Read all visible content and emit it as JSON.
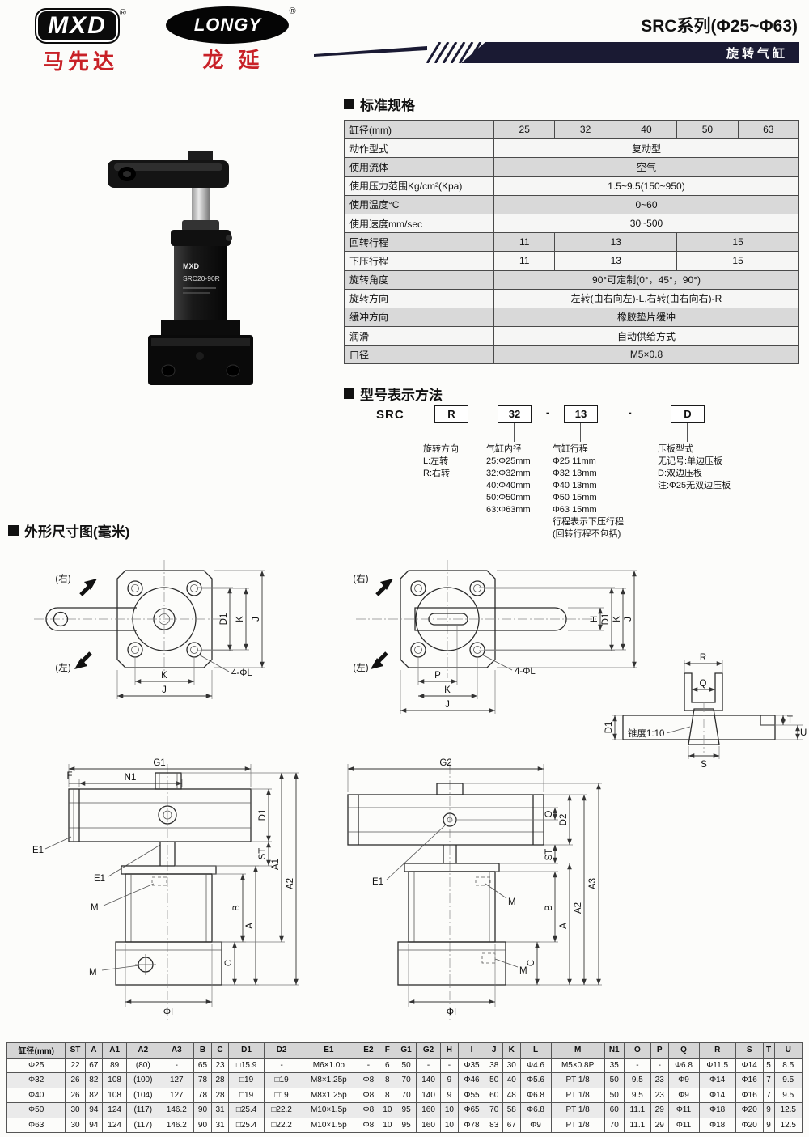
{
  "header": {
    "mxd_logo": "MXD",
    "mxd_reg": "®",
    "mxd_name": "马先达",
    "longy_logo": "LONGY",
    "longy_reg": "®",
    "longy_name": "龙延",
    "series_title": "SRC系列(Φ25~Φ63)",
    "banner_title": "旋转气缸",
    "banner_color": "#1a1a33",
    "brand_red": "#c82127"
  },
  "photo": {
    "brand": "MXD",
    "model": "SRC20-90R"
  },
  "spec": {
    "title": "标准规格",
    "header": {
      "label": "缸径(mm)",
      "c1": "25",
      "c2": "32",
      "c3": "40",
      "c4": "50",
      "c5": "63"
    },
    "rows": {
      "action": {
        "label": "动作型式",
        "value": "复动型"
      },
      "fluid": {
        "label": "使用流体",
        "value": "空气"
      },
      "pressure": {
        "label": "使用压力范围Kg/cm²(Kpa)",
        "value": "1.5~9.5(150~950)"
      },
      "temperature": {
        "label": "使用温度°C",
        "value": "0~60"
      },
      "speed": {
        "label": "使用速度mm/sec",
        "value": "30~500"
      },
      "rotary_stroke": {
        "label": "回转行程",
        "v1": "11",
        "v2": "13",
        "v3": "15"
      },
      "down_stroke": {
        "label": "下压行程",
        "v1": "11",
        "v2": "13",
        "v3": "15"
      },
      "angle": {
        "label": "旋转角度",
        "value": "90°可定制(0°，45°，90°)"
      },
      "direction": {
        "label": "旋转方向",
        "value": "左转(由右向左)-L,右转(由右向右)-R"
      },
      "cushion": {
        "label": "缓冲方向",
        "value": "橡胶垫片缓冲"
      },
      "lubrication": {
        "label": "润滑",
        "value": "自动供给方式"
      },
      "port": {
        "label": "口径",
        "value": "M5×0.8"
      }
    }
  },
  "model_code": {
    "title": "型号表示方法",
    "prefix": "SRC",
    "box1": "R",
    "box2": "32",
    "dash1": "-",
    "box3": "13",
    "dash2": "-",
    "box4": "D",
    "legend1": {
      "title": "旋转方向",
      "lines": [
        "L:左转",
        "R:右转"
      ]
    },
    "legend2": {
      "title": "气缸内径",
      "lines": [
        "25:Φ25mm",
        "32:Φ32mm",
        "40:Φ40mm",
        "50:Φ50mm",
        "63:Φ63mm"
      ]
    },
    "legend3": {
      "title": "气缸行程",
      "lines": [
        "Φ25 11mm",
        "Φ32 13mm",
        "Φ40 13mm",
        "Φ50 15mm",
        "Φ63 15mm",
        "行程表示下压行程",
        "(回转行程不包括)"
      ]
    },
    "legend4": {
      "title": "压板型式",
      "lines": [
        "无记号:单边压板",
        "D:双边压板",
        "注:Φ25无双边压板"
      ]
    }
  },
  "drawings": {
    "title": "外形尺寸图(毫米)",
    "v1": {
      "right": "(右)",
      "left": "(左)",
      "d1": "D1",
      "k_side": "K",
      "j_side": "J",
      "k_bottom": "K",
      "j_bottom": "J",
      "holes": "4-ΦL"
    },
    "v2": {
      "right": "(右)",
      "left": "(左)",
      "h": "H",
      "d1": "D1",
      "k_side": "K",
      "j_side": "J",
      "p": "P",
      "k_bottom": "K",
      "j_bottom": "J",
      "holes": "4-ΦL"
    },
    "v3": {
      "r": "R",
      "q": "Q",
      "t": "T",
      "u": "U",
      "s": "S",
      "d1": "D1",
      "taper": "锥度1:10"
    },
    "v4": {
      "g1": "G1",
      "n1": "N1",
      "f": "F",
      "e1_a": "E1",
      "e1_b": "E1",
      "m_a": "M",
      "m_b": "M",
      "d1": "D1",
      "st": "ST",
      "a1": "A1",
      "a2": "A2",
      "b": "B",
      "a": "A",
      "c": "C",
      "phi_i": "ΦI"
    },
    "v5": {
      "g2": "G2",
      "o": "O",
      "d2": "D2",
      "st": "ST",
      "e1": "E1",
      "m_a": "M",
      "m_b": "M",
      "a2": "A2",
      "a3": "A3",
      "b": "B",
      "a": "A",
      "c": "C",
      "phi_i": "ΦI"
    }
  },
  "dim_table": {
    "headers": [
      "缸径(mm)",
      "ST",
      "A",
      "A1",
      "A2",
      "A3",
      "B",
      "C",
      "D1",
      "D2",
      "E1",
      "E2",
      "F",
      "G1",
      "G2",
      "H",
      "I",
      "J",
      "K",
      "L",
      "M",
      "N1",
      "O",
      "P",
      "Q",
      "R",
      "S",
      "T",
      "U"
    ],
    "rows": [
      [
        "Φ25",
        "22",
        "67",
        "89",
        "(80)",
        "-",
        "65",
        "23",
        "□15.9",
        "-",
        "M6×1.0p",
        "-",
        "6",
        "50",
        "-",
        "-",
        "Φ35",
        "38",
        "30",
        "Φ4.6",
        "M5×0.8P",
        "35",
        "-",
        "-",
        "Φ6.8",
        "Φ11.5",
        "Φ14",
        "5",
        "8.5"
      ],
      [
        "Φ32",
        "26",
        "82",
        "108",
        "(100)",
        "127",
        "78",
        "28",
        "□19",
        "□19",
        "M8×1.25p",
        "Φ8",
        "8",
        "70",
        "140",
        "9",
        "Φ46",
        "50",
        "40",
        "Φ5.6",
        "PT 1/8",
        "50",
        "9.5",
        "23",
        "Φ9",
        "Φ14",
        "Φ16",
        "7",
        "9.5"
      ],
      [
        "Φ40",
        "26",
        "82",
        "108",
        "(104)",
        "127",
        "78",
        "28",
        "□19",
        "□19",
        "M8×1.25p",
        "Φ8",
        "8",
        "70",
        "140",
        "9",
        "Φ55",
        "60",
        "48",
        "Φ6.8",
        "PT 1/8",
        "50",
        "9.5",
        "23",
        "Φ9",
        "Φ14",
        "Φ16",
        "7",
        "9.5"
      ],
      [
        "Φ50",
        "30",
        "94",
        "124",
        "(117)",
        "146.2",
        "90",
        "31",
        "□25.4",
        "□22.2",
        "M10×1.5p",
        "Φ8",
        "10",
        "95",
        "160",
        "10",
        "Φ65",
        "70",
        "58",
        "Φ6.8",
        "PT 1/8",
        "60",
        "11.1",
        "29",
        "Φ11",
        "Φ18",
        "Φ20",
        "9",
        "12.5"
      ],
      [
        "Φ63",
        "30",
        "94",
        "124",
        "(117)",
        "146.2",
        "90",
        "31",
        "□25.4",
        "□22.2",
        "M10×1.5p",
        "Φ8",
        "10",
        "95",
        "160",
        "10",
        "Φ78",
        "83",
        "67",
        "Φ9",
        "PT 1/8",
        "70",
        "11.1",
        "29",
        "Φ11",
        "Φ18",
        "Φ20",
        "9",
        "12.5"
      ]
    ]
  }
}
